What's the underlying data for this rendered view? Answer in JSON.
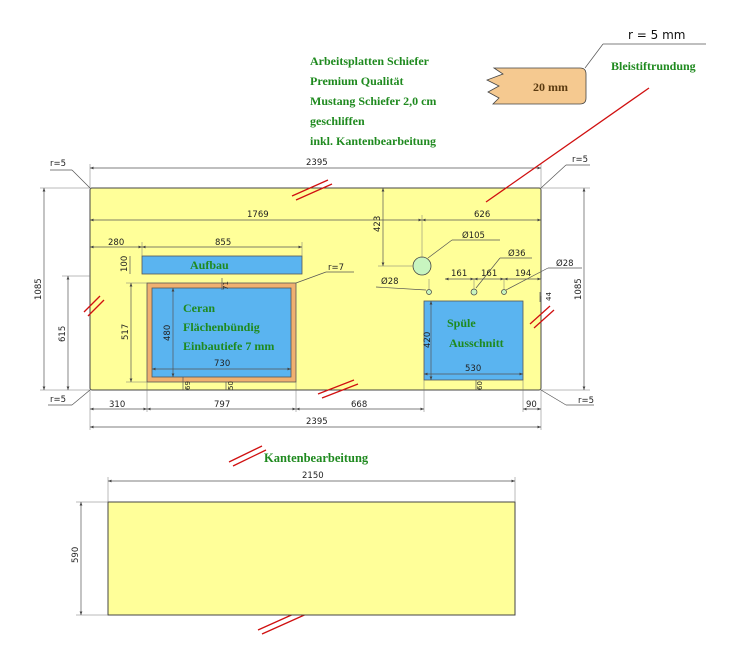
{
  "notes": {
    "spec_line1": "Arbeitsplatten Schiefer",
    "spec_line2": "Premium Qualität",
    "spec_line3": "Mustang Schiefer 2,0 cm",
    "spec_line4": "geschliffen",
    "spec_line5": "inkl. Kantenbearbeitung",
    "edge_profile": "20 mm",
    "radius_callout": "r = 5 mm",
    "bleistift": "Bleistiftrundung",
    "kantenbearbeitung": "Kantenbearbeitung"
  },
  "main_top": {
    "width": "2395",
    "depth": "1085",
    "corner_tl": "r=5",
    "corner_tr": "r=5",
    "corner_bl": "r=5",
    "corner_br": "r=5",
    "dim_1769": "1769",
    "dim_626": "626",
    "dim_423": "423",
    "dim_615": "615",
    "bottom_310": "310",
    "bottom_797": "797",
    "bottom_668": "668",
    "bottom_90": "90",
    "bottom_total": "2395"
  },
  "aufbau": {
    "label": "Aufbau",
    "dim_280": "280",
    "dim_855": "855",
    "dim_100": "100"
  },
  "ceran": {
    "line1": "Ceran",
    "line2": "Flächenbündig",
    "line3": "Einbautiefe 7 mm",
    "radius": "r=7",
    "dim_730": "730",
    "dim_480": "480",
    "dim_517": "517",
    "dim_71": "71",
    "dim_69": "69",
    "dim_50": "50"
  },
  "sink": {
    "line1": "Spüle",
    "line2": "Ausschnitt",
    "dim_530": "530",
    "dim_420": "420",
    "dim_60": "60",
    "dim_44": "44",
    "hole_large": "Ø105",
    "hole_36": "Ø36",
    "hole_28_left": "Ø28",
    "hole_28_right": "Ø28",
    "dim_161a": "161",
    "dim_161b": "161",
    "dim_194": "194"
  },
  "second_top": {
    "width": "2150",
    "depth": "590"
  },
  "colors": {
    "slab_fill": "#ffff99",
    "cutout_fill": "#5ab4f0",
    "ceran_frame": "#f0b070",
    "profile_fill": "#f5c990",
    "hole_fill": "#c8f5c0",
    "annotation_green": "#1f8a1f",
    "edge_marker_red": "#d01010"
  }
}
